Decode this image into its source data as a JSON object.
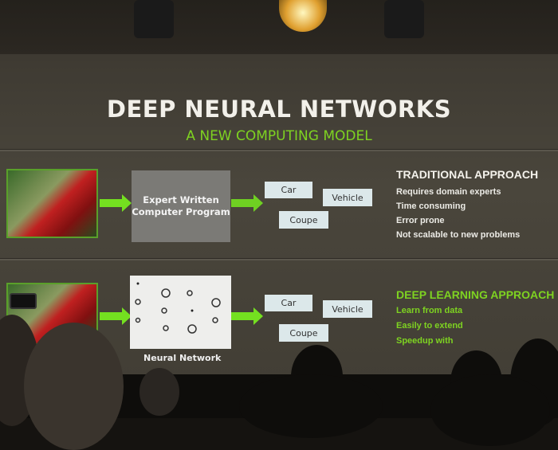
{
  "slide": {
    "title": "DEEP NEURAL NETWORKS",
    "subtitle": "A NEW COMPUTING MODEL",
    "traditional": {
      "program_box": "Expert Written Computer Program",
      "labels": [
        "Car",
        "Vehicle",
        "Coupe"
      ],
      "heading": "TRADITIONAL APPROACH",
      "items": [
        "Requires domain experts",
        "Time consuming",
        "Error prone",
        "Not scalable to new problems"
      ]
    },
    "deep_learning": {
      "network_label": "Neural Network",
      "labels": [
        "Car",
        "Vehicle",
        "Coupe"
      ],
      "heading": "DEEP LEARNING APPROACH",
      "items": [
        "Learn from data",
        "Easily to extend",
        "Speedup with"
      ]
    },
    "accent_color": "#7ed321"
  }
}
